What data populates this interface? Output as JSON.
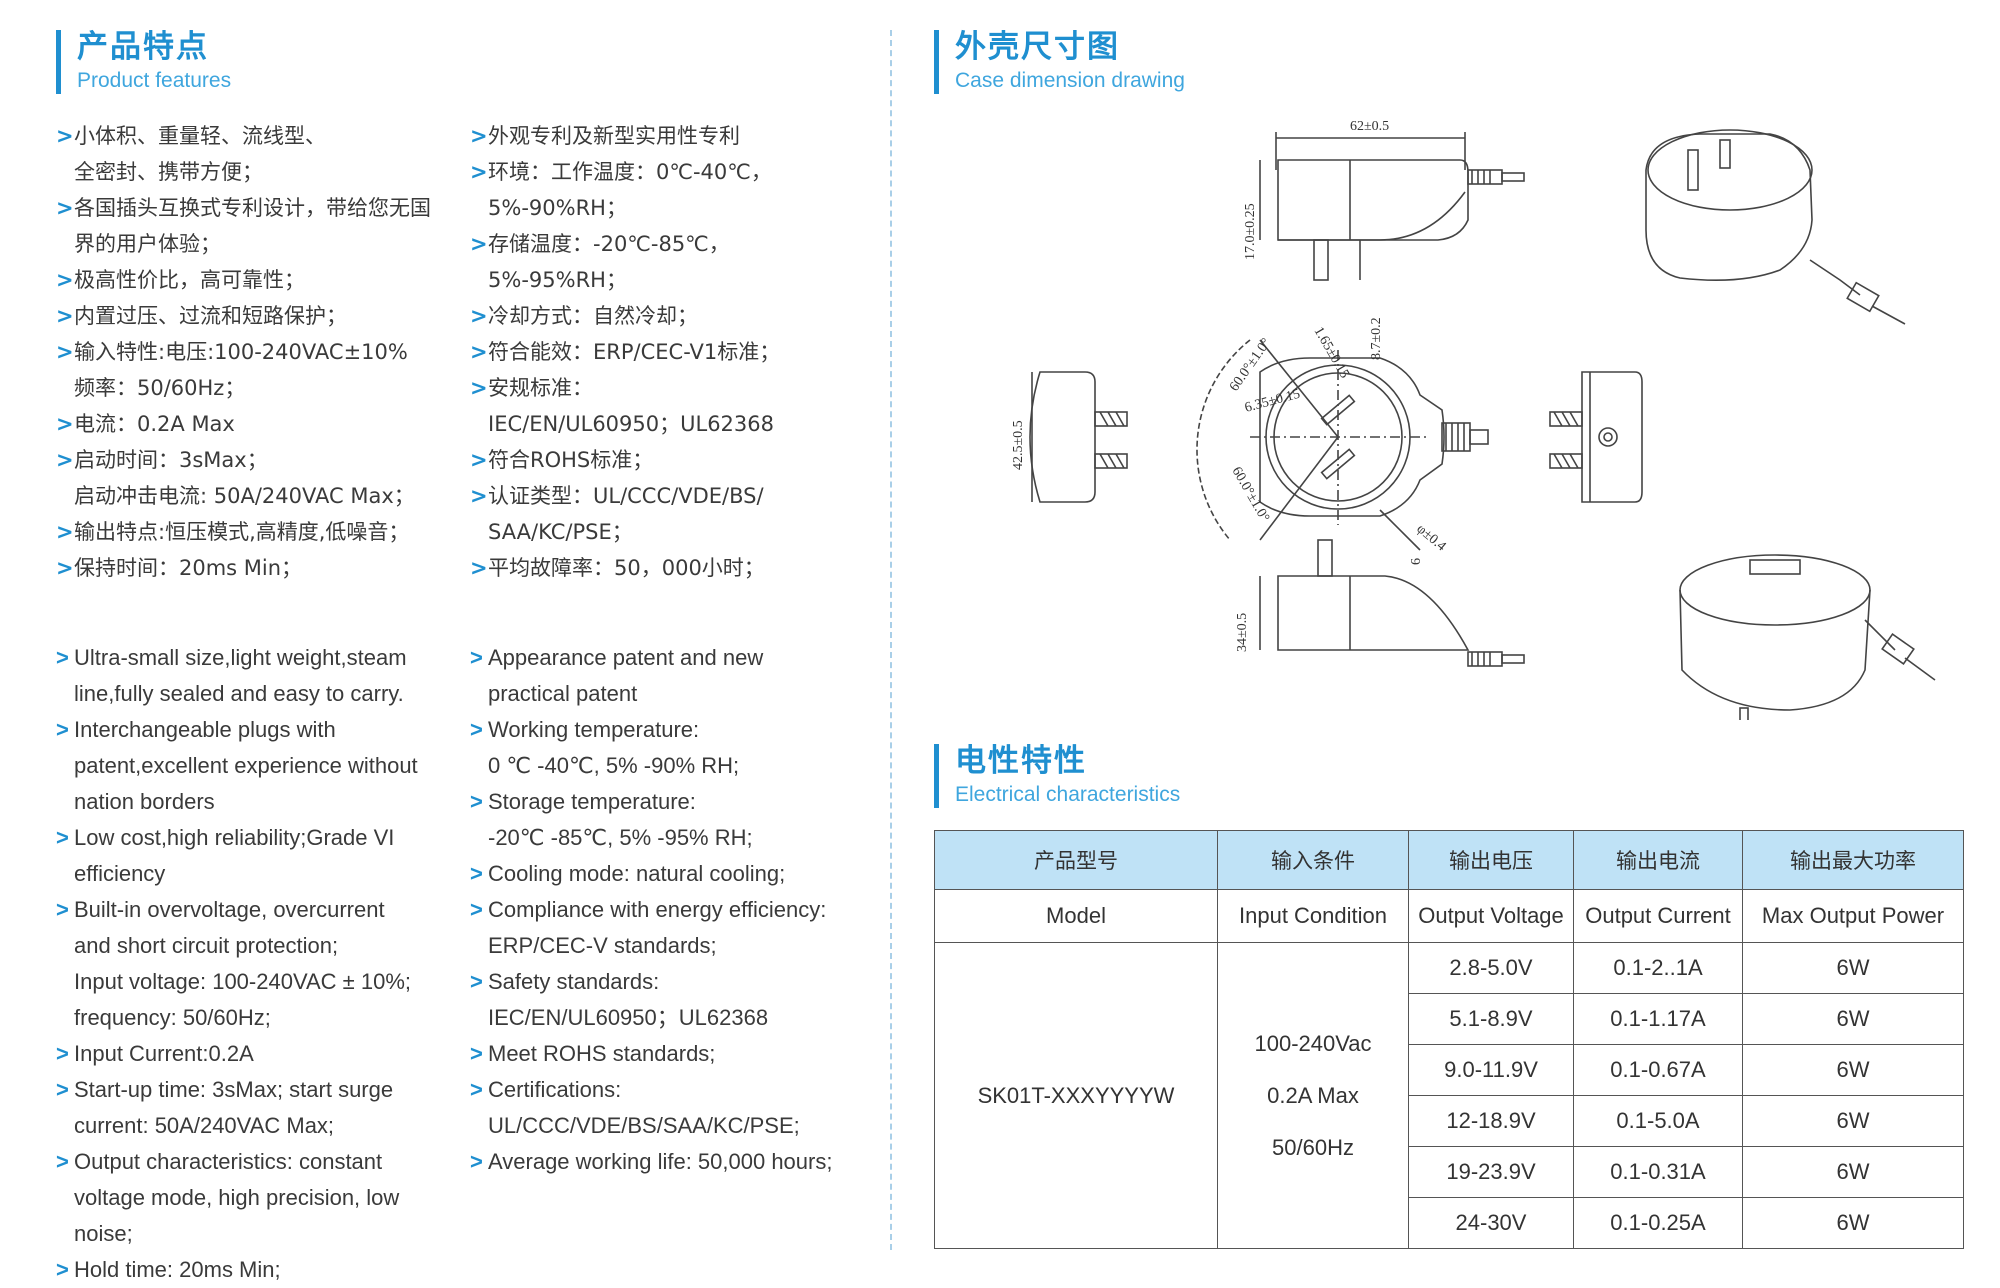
{
  "product_features": {
    "title_zh": "产品特点",
    "title_en": "Product features",
    "zh_col1": [
      [
        "小体积、重量轻、流线型、",
        "全密封、携带方便；"
      ],
      [
        "各国插头互换式专利设计，带给您无国",
        "界的用户体验；"
      ],
      [
        "极高性价比，高可靠性；"
      ],
      [
        "内置过压、过流和短路保护；"
      ],
      [
        "输入特性:电压:100-240VAC±10%",
        "频率：50/60Hz；"
      ],
      [
        "电流：0.2A Max"
      ],
      [
        "启动时间：3sMax；",
        "启动冲击电流: 50A/240VAC Max；"
      ],
      [
        "输出特点:恒压模式,高精度,低噪音；"
      ],
      [
        "保持时间：20ms Min；"
      ]
    ],
    "zh_col2": [
      [
        "外观专利及新型实用性专利"
      ],
      [
        "环境：工作温度：0℃-40℃，",
        "5%-90%RH；"
      ],
      [
        "存储温度：-20℃-85℃，",
        "5%-95%RH；"
      ],
      [
        "冷却方式：自然冷却；"
      ],
      [
        "符合能效：ERP/CEC-V1标准；"
      ],
      [
        "安规标准：",
        "IEC/EN/UL60950；UL62368"
      ],
      [
        "符合ROHS标准；"
      ],
      [
        "认证类型：UL/CCC/VDE/BS/",
        "SAA/KC/PSE；"
      ],
      [
        "平均故障率：50，000小时；"
      ]
    ],
    "en_col1": [
      [
        "Ultra-small size,light weight,steam",
        "line,fully sealed and easy to carry."
      ],
      [
        "Interchangeable plugs with",
        "patent,excellent experience without",
        "nation borders"
      ],
      [
        "Low cost,high reliability;Grade VI",
        "efficiency"
      ],
      [
        "Built-in overvoltage, overcurrent",
        "and short circuit protection;",
        "Input voltage: 100-240VAC ± 10%;",
        "frequency: 50/60Hz;"
      ],
      [
        "Input Current:0.2A"
      ],
      [
        "Start-up time: 3sMax; start surge",
        "current: 50A/240VAC Max;"
      ],
      [
        "Output characteristics: constant",
        "voltage mode, high precision, low",
        "noise;"
      ],
      [
        "Hold time: 20ms Min;"
      ]
    ],
    "en_col2": [
      [
        "Appearance patent and new",
        "practical patent"
      ],
      [
        "Working temperature:",
        "0 ℃ -40℃, 5% -90% RH;"
      ],
      [
        "Storage temperature:",
        "-20℃ -85℃, 5% -95% RH;"
      ],
      [
        "Cooling mode: natural cooling;"
      ],
      [
        "Compliance with energy efficiency:",
        "ERP/CEC-V standards;"
      ],
      [
        "Safety standards:",
        "IEC/EN/UL60950；UL62368"
      ],
      [
        "Meet ROHS standards;"
      ],
      [
        "Certifications:",
        "UL/CCC/VDE/BS/SAA/KC/PSE;"
      ],
      [
        "Average working life: 50,000 hours;"
      ]
    ]
  },
  "case_dimension": {
    "title_zh": "外壳尺寸图",
    "title_en": "Case dimension drawing",
    "labels": {
      "width": "62±0.5",
      "height": "17.0±0.25",
      "pin": "8.7±0.2",
      "depth": "42.5±0.5",
      "bottom": "34±0.5",
      "angle_top": "60.0°±1.0°",
      "angle_bottom": "60.0°±1.0°",
      "pin_width": "6.35±0.15",
      "pin_thick": "1.65±0.15",
      "hole": "φ±0.4",
      "six": "6"
    }
  },
  "electrical": {
    "title_zh": "电性特性",
    "title_en": "Electrical characteristics",
    "headers_zh": [
      "产品型号",
      "输入条件",
      "输出电压",
      "输出电流",
      "输出最大功率"
    ],
    "headers_en": [
      "Model",
      "Input Condition",
      "Output Voltage",
      "Output Current",
      "Max Output Power"
    ],
    "model": "SK01T-XXXYYYYW",
    "input_lines": [
      "100-240Vac",
      "0.2A Max",
      "50/60Hz"
    ],
    "rows": [
      {
        "voltage": "2.8-5.0V",
        "current": "0.1-2..1A",
        "power": "6W"
      },
      {
        "voltage": "5.1-8.9V",
        "current": "0.1-1.17A",
        "power": "6W"
      },
      {
        "voltage": "9.0-11.9V",
        "current": "0.1-0.67A",
        "power": "6W"
      },
      {
        "voltage": "12-18.9V",
        "current": "0.1-5.0A",
        "power": "6W"
      },
      {
        "voltage": "19-23.9V",
        "current": "0.1-0.31A",
        "power": "6W"
      },
      {
        "voltage": "24-30V",
        "current": "0.1-0.25A",
        "power": "6W"
      }
    ]
  },
  "colors": {
    "accent": "#1f8fd0",
    "header_bg": "#bfe2f6"
  }
}
